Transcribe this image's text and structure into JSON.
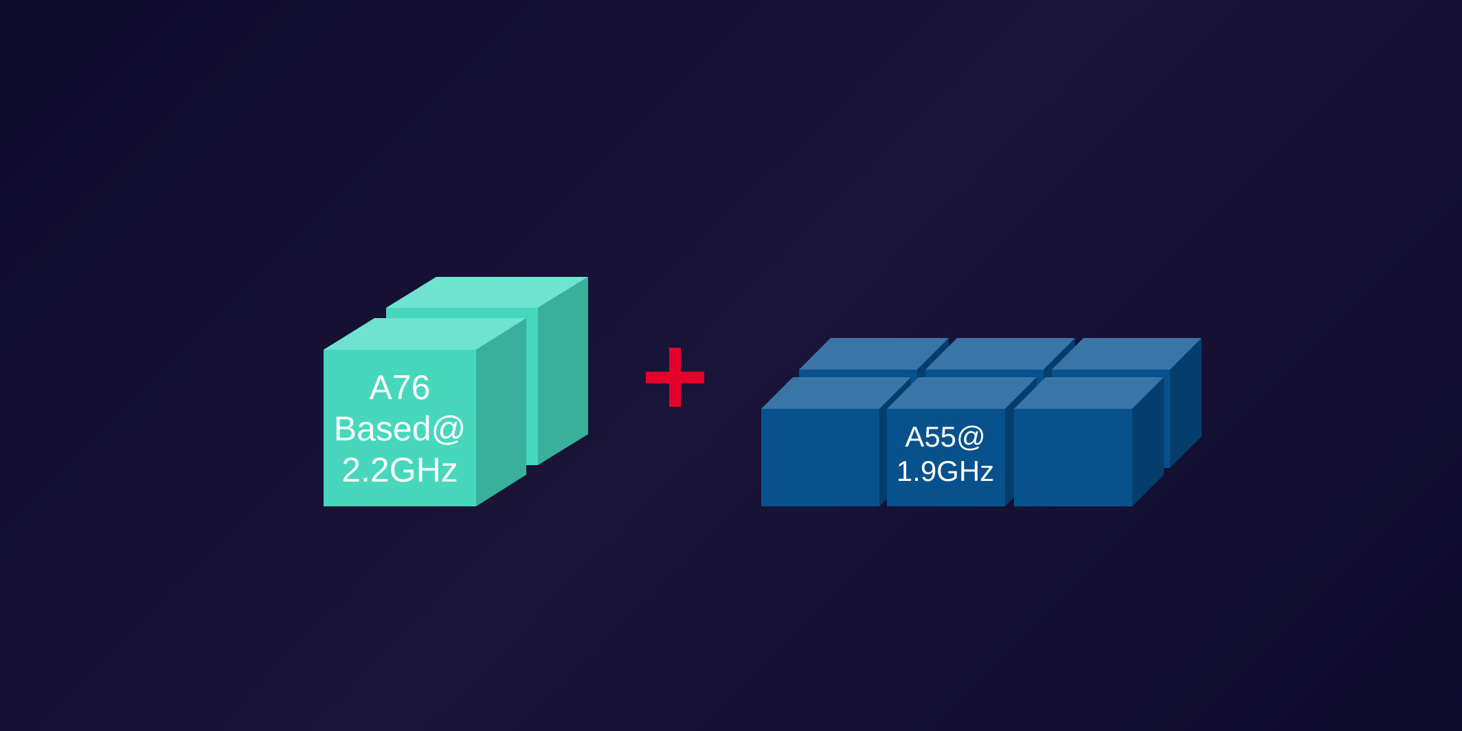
{
  "colors": {
    "big_core_front": "#46d7bd",
    "big_core_top": "#6fe3cf",
    "big_core_side": "#38b09c",
    "little_core_front": "#07518d",
    "little_core_top": "#3a75a8",
    "little_core_side": "#053e6d",
    "plus": "#e4002b"
  },
  "big_cluster": {
    "line1": "A76",
    "line2": "Based@",
    "line3": "2.2GHz",
    "core_count": 2
  },
  "plus": {
    "icon": "plus-icon"
  },
  "little_cluster": {
    "line1": "A55@",
    "line2": "1.9GHz",
    "core_count": 6
  }
}
